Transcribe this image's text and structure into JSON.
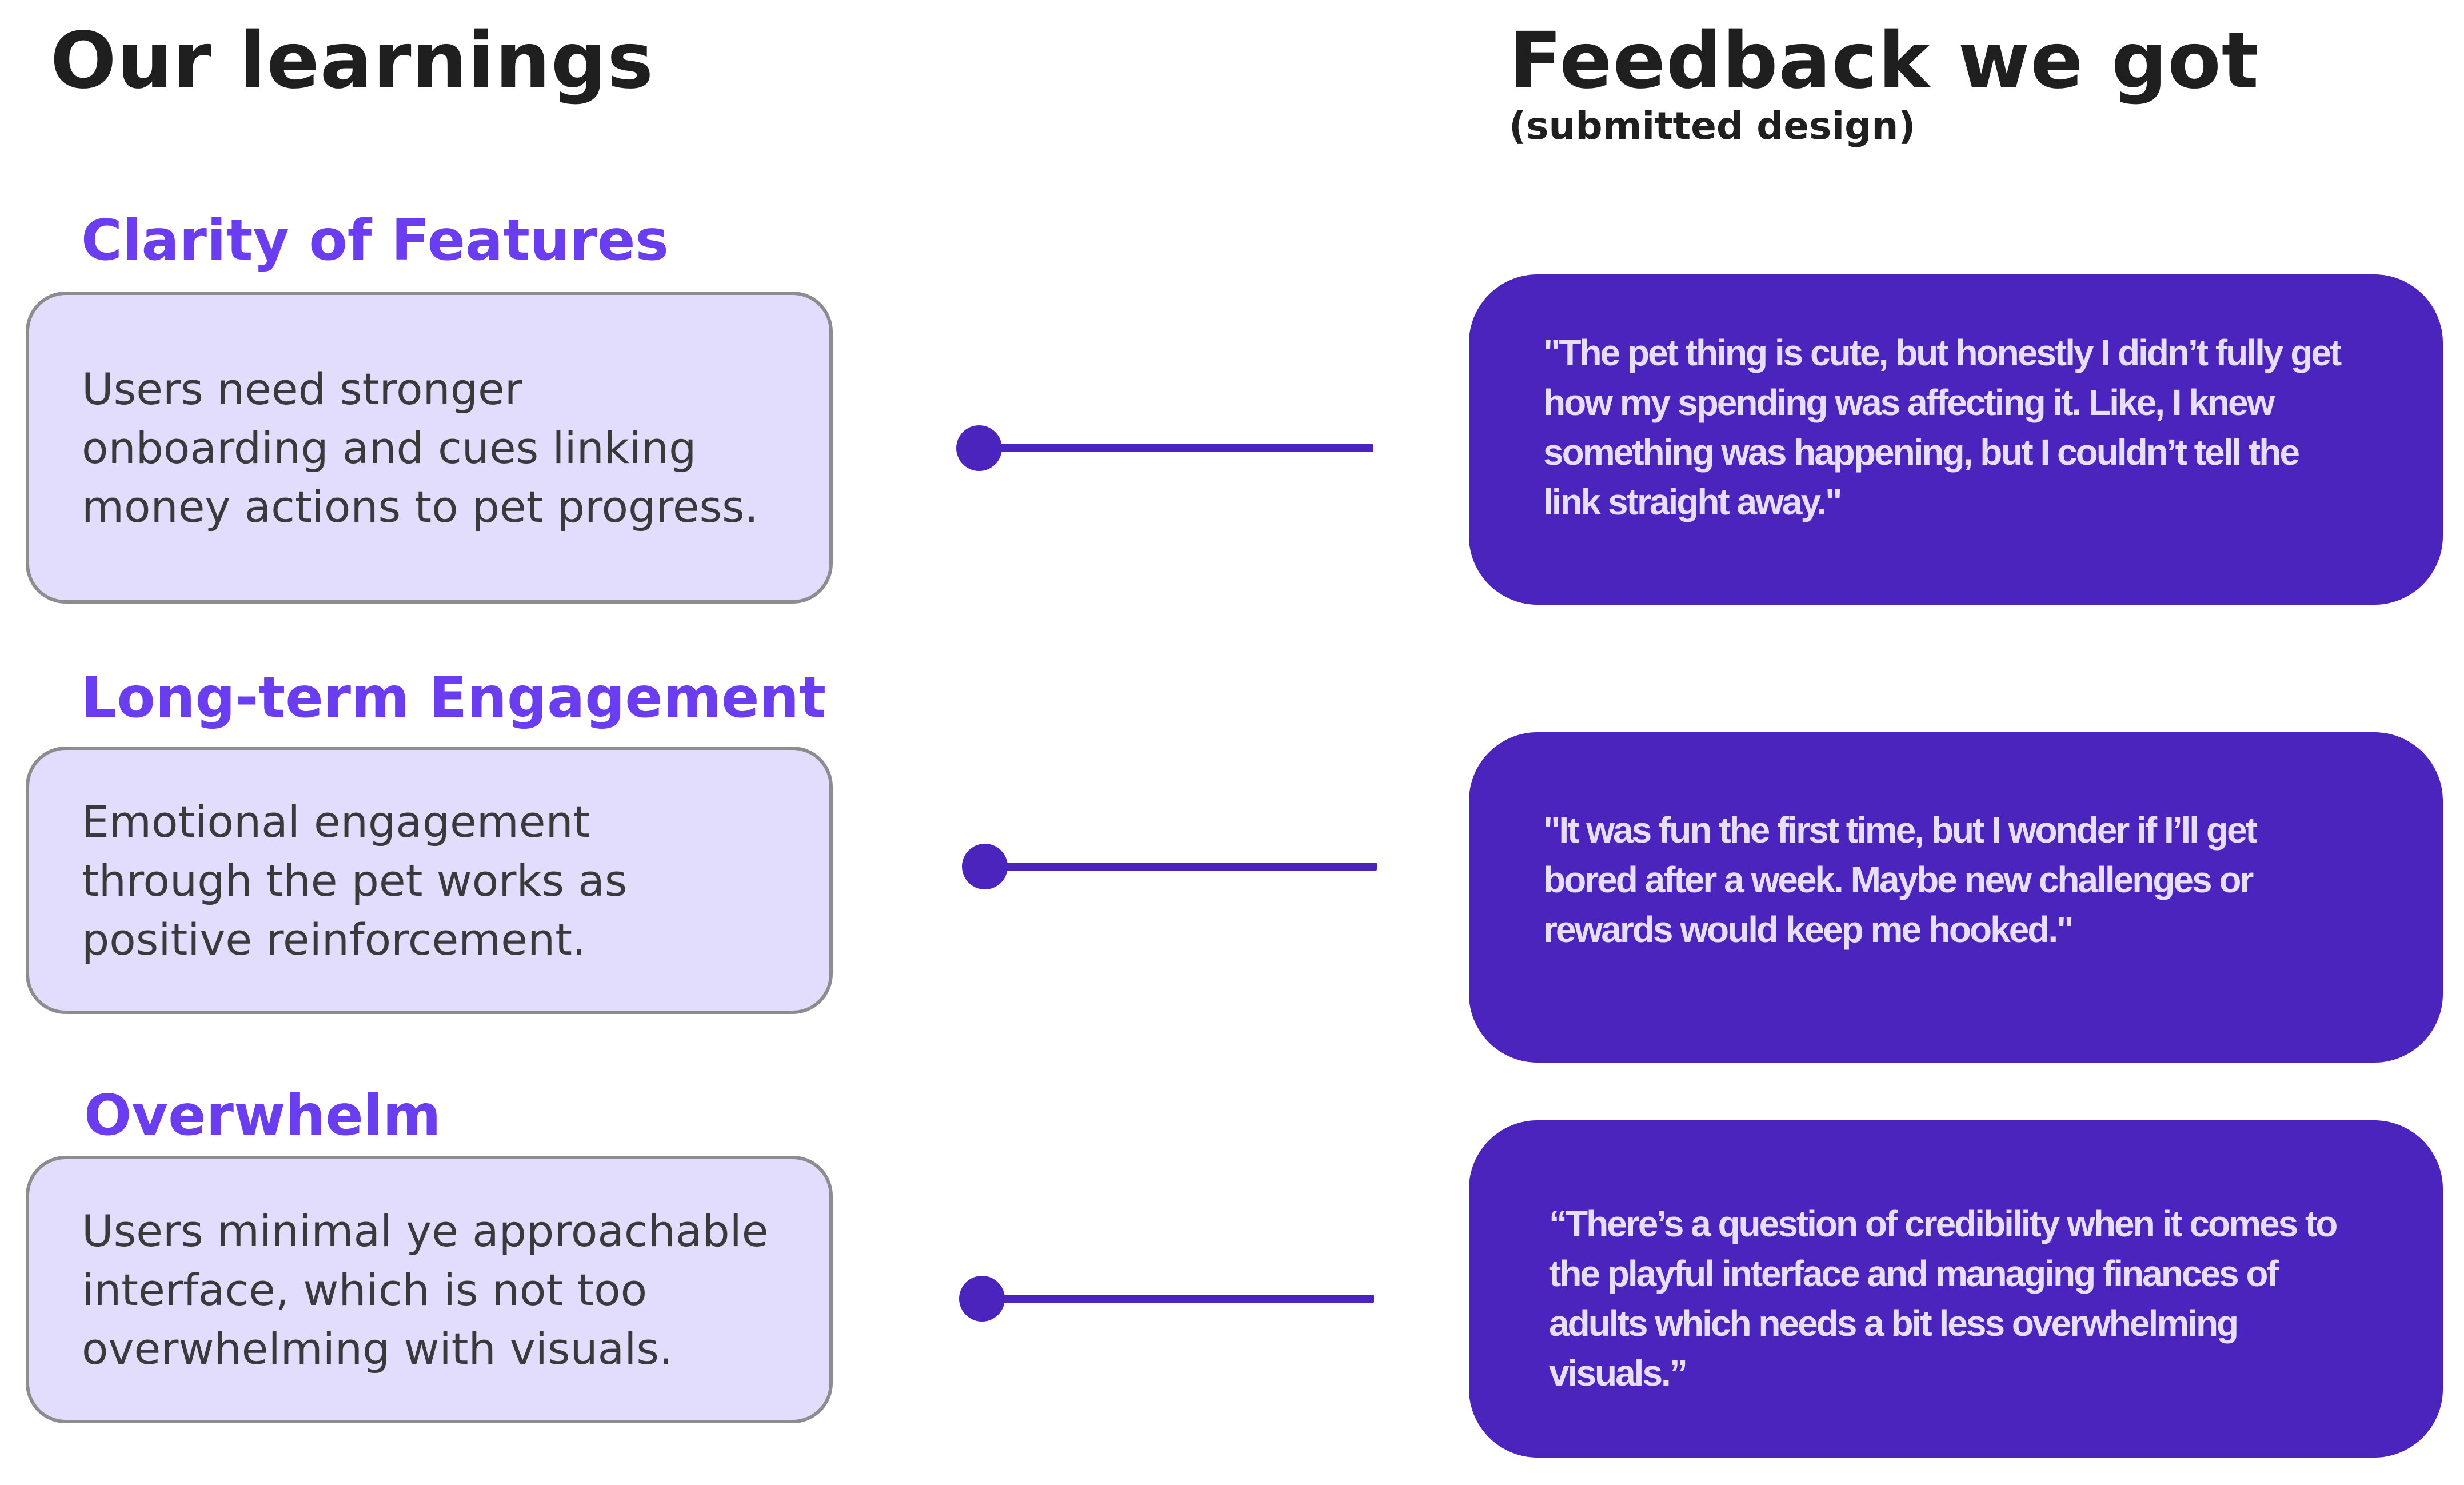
{
  "left_heading": "Our learnings",
  "right_heading": "Feedback we got",
  "right_subheading": "(submitted design)",
  "sections": [
    {
      "title": "Clarity of Features",
      "learning": " Users need stronger onboarding and cues linking money actions to pet progress.",
      "feedback": "\"The pet thing is cute, but honestly I didn’t fully get how my spending was affecting it. Like, I knew something was happening, but I couldn’t tell the link straight away.\""
    },
    {
      "title": "Long-term Engagement",
      "learning": "Emotional engagement through the pet works as positive reinforcement.",
      "feedback": "\"It was fun the first time, but I wonder if I’ll get bored after a week. Maybe new challenges or rewards would keep me hooked.\""
    },
    {
      "title": "Overwhelm",
      "learning": "Users minimal ye approachable interface, which is not too overwhelming with visuals.",
      "feedback": "“There’s a question of credibility when it comes to the playful interface and managing finances of adults which needs a bit less overwhelming visuals.”"
    }
  ],
  "colors": {
    "accent_purple": "#6a3df0",
    "learning_box_fill": "#e2dcfd",
    "learning_box_border": "#8d8d8f",
    "feedback_box_fill": "#4b23bd",
    "feedback_text": "#e6defb",
    "connector": "#4b23bd"
  }
}
